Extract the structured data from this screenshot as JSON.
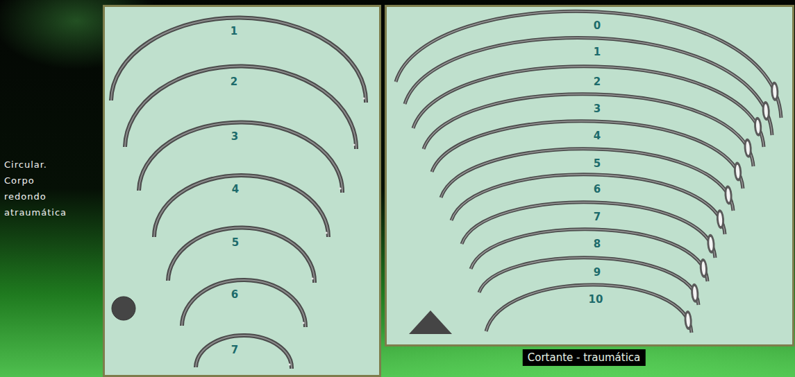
{
  "diagram": {
    "labels": [
      "Circular. Corpo redondo atraumática",
      "1",
      "2",
      "3",
      "4",
      "5",
      "6",
      "7",
      "0",
      "1",
      "2",
      "3",
      "4",
      "5",
      "6",
      "7",
      "8",
      "9",
      "10",
      "Cortante - traumática"
    ]
  }
}
